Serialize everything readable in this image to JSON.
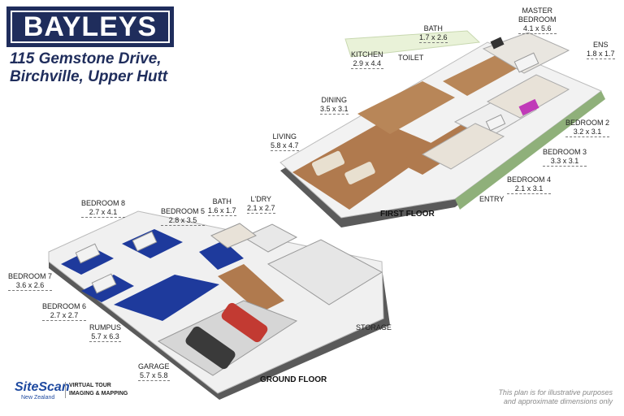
{
  "brand": {
    "logo": "BAYLEYS",
    "address_line1": "115 Gemstone Drive,",
    "address_line2": "Birchville, Upper Hutt"
  },
  "floors": {
    "first": "FIRST FLOOR",
    "ground": "GROUND FLOOR"
  },
  "rooms": [
    {
      "name": "MASTER",
      "name2": "BEDROOM",
      "dims": "4.1 x 5.6"
    },
    {
      "name": "BATH",
      "dims": "1.7 x 2.6"
    },
    {
      "name": "ENS",
      "dims": "1.8 x 1.7"
    },
    {
      "name": "KITCHEN",
      "dims": "2.9 x 4.4"
    },
    {
      "name": "TOILET",
      "dims": ""
    },
    {
      "name": "DINING",
      "dims": "3.5 x 3.1"
    },
    {
      "name": "LIVING",
      "dims": "5.8 x 4.7"
    },
    {
      "name": "BEDROOM 2",
      "dims": "3.2 x 3.1"
    },
    {
      "name": "BEDROOM 3",
      "dims": "3.3 x 3.1"
    },
    {
      "name": "BEDROOM 4",
      "dims": "2.1 x 3.1"
    },
    {
      "name": "ENTRY",
      "dims": ""
    },
    {
      "name": "BEDROOM 8",
      "dims": "2.7 x 4.1"
    },
    {
      "name": "BEDROOM 5",
      "dims": "2.8 x 3.5"
    },
    {
      "name": "BATH",
      "dims": "1.6 x 1.7"
    },
    {
      "name": "L'DRY",
      "dims": "2.1 x 2.7"
    },
    {
      "name": "BEDROOM 7",
      "dims": "3.6 x 2.6"
    },
    {
      "name": "BEDROOM 6",
      "dims": "2.7 x 2.7"
    },
    {
      "name": "RUMPUS",
      "dims": "5.7 x 6.3"
    },
    {
      "name": "GARAGE",
      "dims": "5.7 x 5.8"
    },
    {
      "name": "STORAGE",
      "dims": ""
    }
  ],
  "credit": {
    "name": "SiteScan",
    "sub": "New Zealand",
    "tag1": "VIRTUAL TOUR",
    "tag2": "IMAGING & MAPPING"
  },
  "disclaimer": {
    "line1": "This plan is for illustrative purposes",
    "line2": "and approximate dimensions only"
  },
  "colors": {
    "brand_navy": "#1f2d5c",
    "floor_wood": "#b07a4e",
    "carpet_blue": "#1e3a9c",
    "garage_grey": "#d6d6d6",
    "wall_white": "#f4f4f4"
  }
}
